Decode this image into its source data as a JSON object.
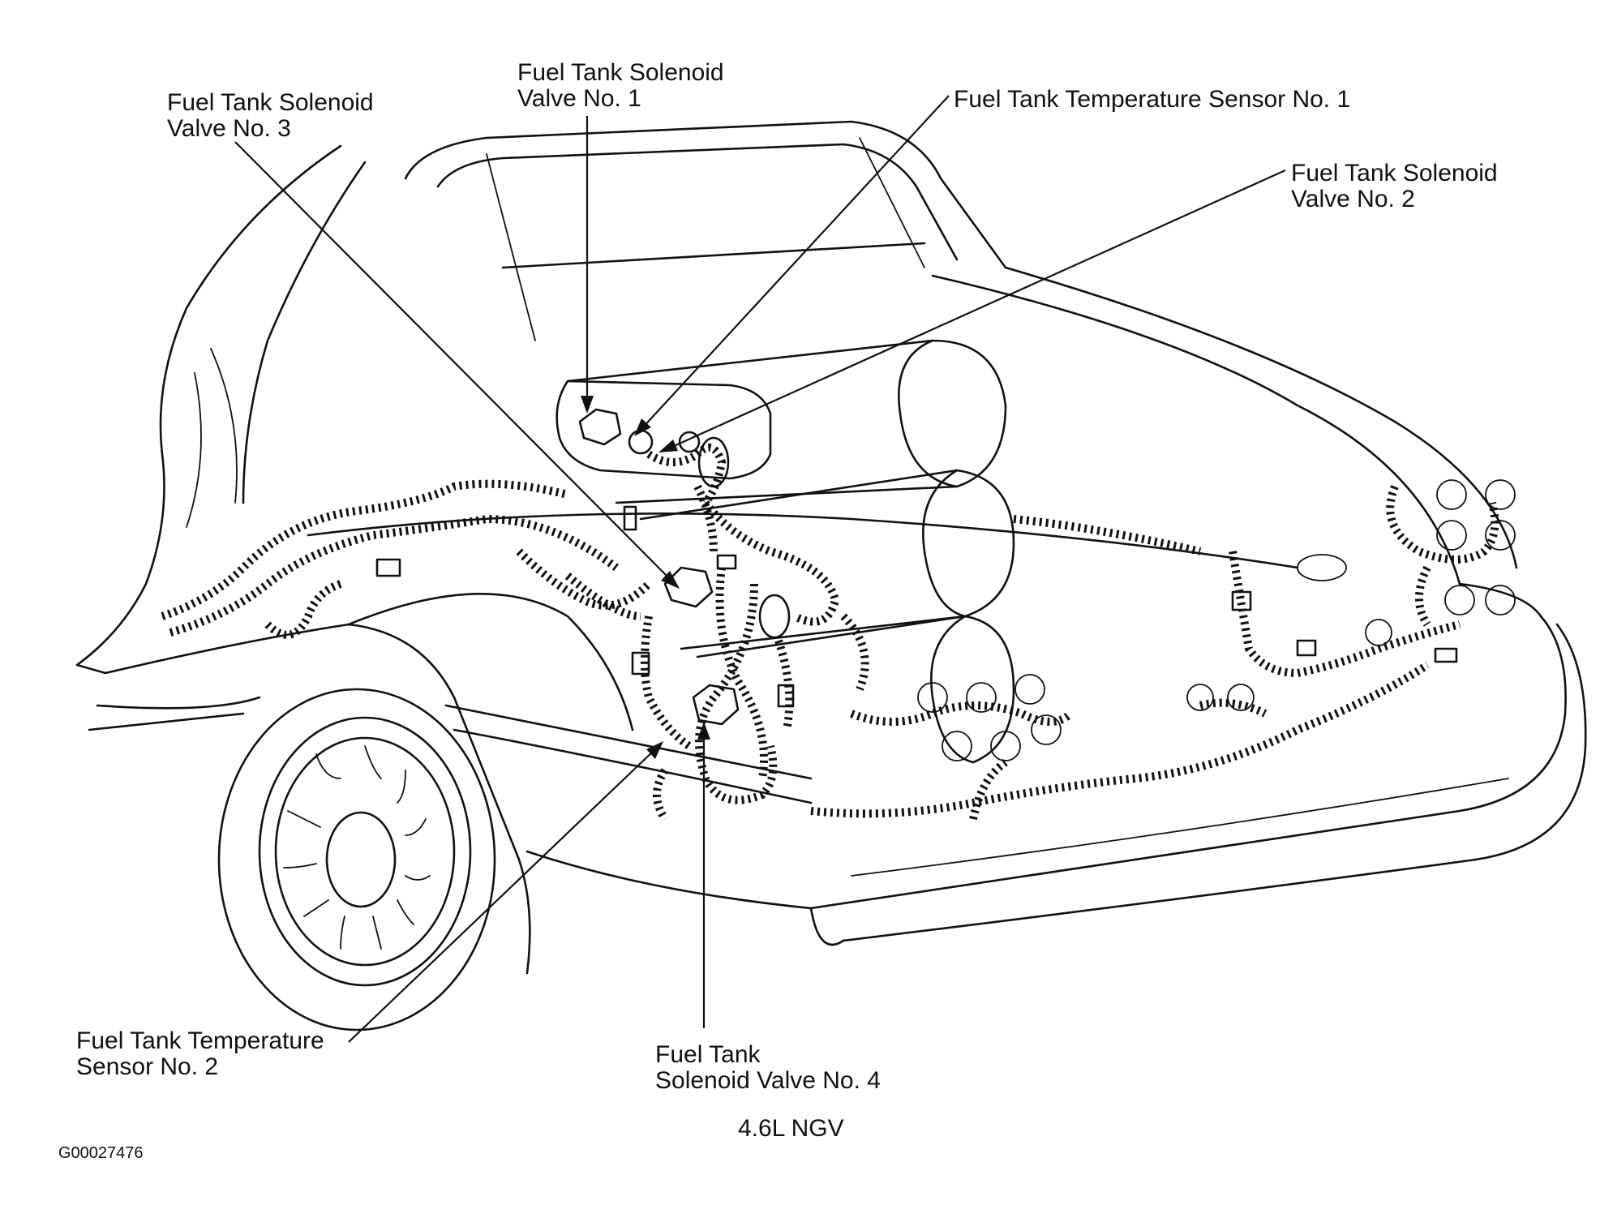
{
  "labels": {
    "valve1": [
      "Fuel Tank Solenoid",
      "Valve No. 1"
    ],
    "valve3": [
      "Fuel Tank Solenoid",
      "Valve No. 3"
    ],
    "sensor1": "Fuel Tank Temperature Sensor No. 1",
    "valve2": [
      "Fuel Tank Solenoid",
      "Valve No. 2"
    ],
    "sensor2": [
      "Fuel Tank Temperature",
      "Sensor No. 2"
    ],
    "valve4": [
      "Fuel Tank",
      "Solenoid Valve No. 4"
    ]
  },
  "caption": "4.6L NGV",
  "figure_id": "G00027476"
}
